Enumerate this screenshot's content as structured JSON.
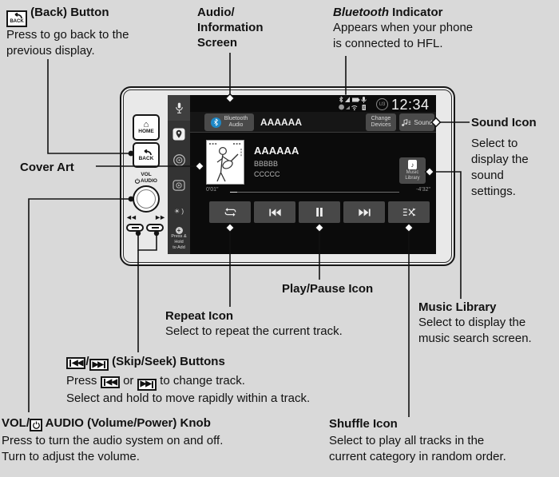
{
  "callouts": {
    "back": {
      "icon_label": "BACK",
      "title": "(Back) Button",
      "line1": "Press to go back to the",
      "line2": "previous display."
    },
    "audio_screen": {
      "line1": "Audio/",
      "line2": "Information",
      "line3": "Screen"
    },
    "bluetooth": {
      "title_em": "Bluetooth",
      "title_rest": " Indicator",
      "line1": "Appears when your phone",
      "line2": "is connected to HFL."
    },
    "sound": {
      "title": "Sound Icon",
      "line1": "Select to",
      "line2": "display the",
      "line3": "sound",
      "line4": "settings."
    },
    "cover_art": {
      "title": "Cover Art"
    },
    "repeat": {
      "title": "Repeat Icon",
      "line1": "Select to repeat the current track."
    },
    "play_pause": {
      "title": "Play/Pause Icon"
    },
    "music_library": {
      "title": "Music Library",
      "line1": "Select to display the",
      "line2": "music search screen."
    },
    "skip_seek": {
      "title": "(Skip/Seek) Buttons",
      "press": "Press",
      "or": "or",
      "to_change": "to change track.",
      "line2": "Select and hold to move rapidly within a track."
    },
    "volume": {
      "title_pre": "VOL/",
      "title_post": "AUDIO (Volume/Power) Knob",
      "line1": "Press to turn the audio system on and off.",
      "line2": "Turn to adjust the volume."
    },
    "shuffle": {
      "title": "Shuffle Icon",
      "line1": "Select to play all tracks in the",
      "line2": "current category in random order."
    }
  },
  "device": {
    "panel": {
      "home": "HOME",
      "back": "BACK",
      "vol": "VOL",
      "audio": "AUDIO"
    },
    "sidebar": {
      "press_hold_line1": "Press & Hold",
      "press_hold_line2": "to Add"
    },
    "statusbar": {
      "clock": "12:34",
      "badge": "U3"
    },
    "source_bar": {
      "bt_line1": "Bluetooth",
      "bt_line2": "Audio",
      "device_name": "AAAAAA",
      "change_line1": "Change",
      "change_line2": "Devices",
      "sound": "Sound"
    },
    "now_playing": {
      "title": "AAAAAA",
      "artist": "BBBBB",
      "album": "CCCCC",
      "elapsed": "0'01\"",
      "remaining": "-4'32\"",
      "mlib_line1": "Music",
      "mlib_line2": "Library"
    }
  },
  "icons": {
    "home_glyph": "⌂",
    "skip_prev": "◀◀",
    "skip_next": "▶▶",
    "brightness": "☀ )",
    "plus": "+",
    "music_note": "♪"
  },
  "colors": {
    "accent_blue": "#1e88c7",
    "screen_bg": "#0b0b0b",
    "button_gray": "#484848",
    "page_bg": "#d9d9d9"
  }
}
